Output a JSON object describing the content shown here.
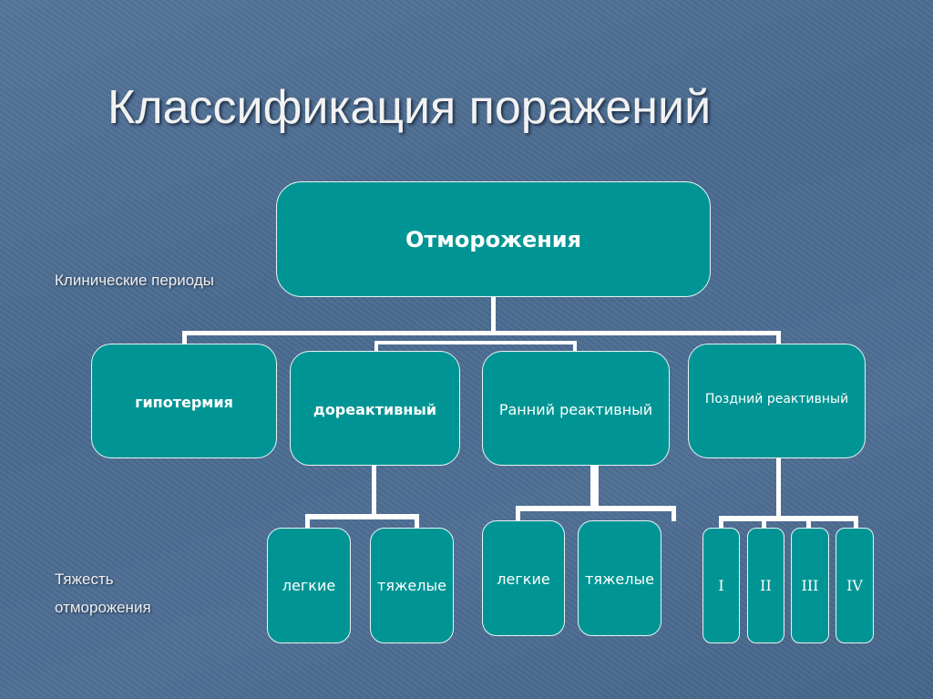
{
  "title": "Классификация поражений",
  "side_labels": {
    "periods": "Клинические периоды",
    "severity_line1": "Тяжесть",
    "severity_line2": "отморожения"
  },
  "root": "Отморожения",
  "periods": [
    "гипотермия",
    "дореактивный",
    "Ранний реактивный",
    "Поздний реактивный"
  ],
  "severity": {
    "pre_reactive": [
      "легкие",
      "тяжелые"
    ],
    "early_reactive": [
      "легкие",
      "тяжелые"
    ],
    "late_reactive": [
      "I",
      "II",
      "III",
      "IV"
    ]
  },
  "colors": {
    "box": "#009594",
    "background": "#4a6b90"
  }
}
